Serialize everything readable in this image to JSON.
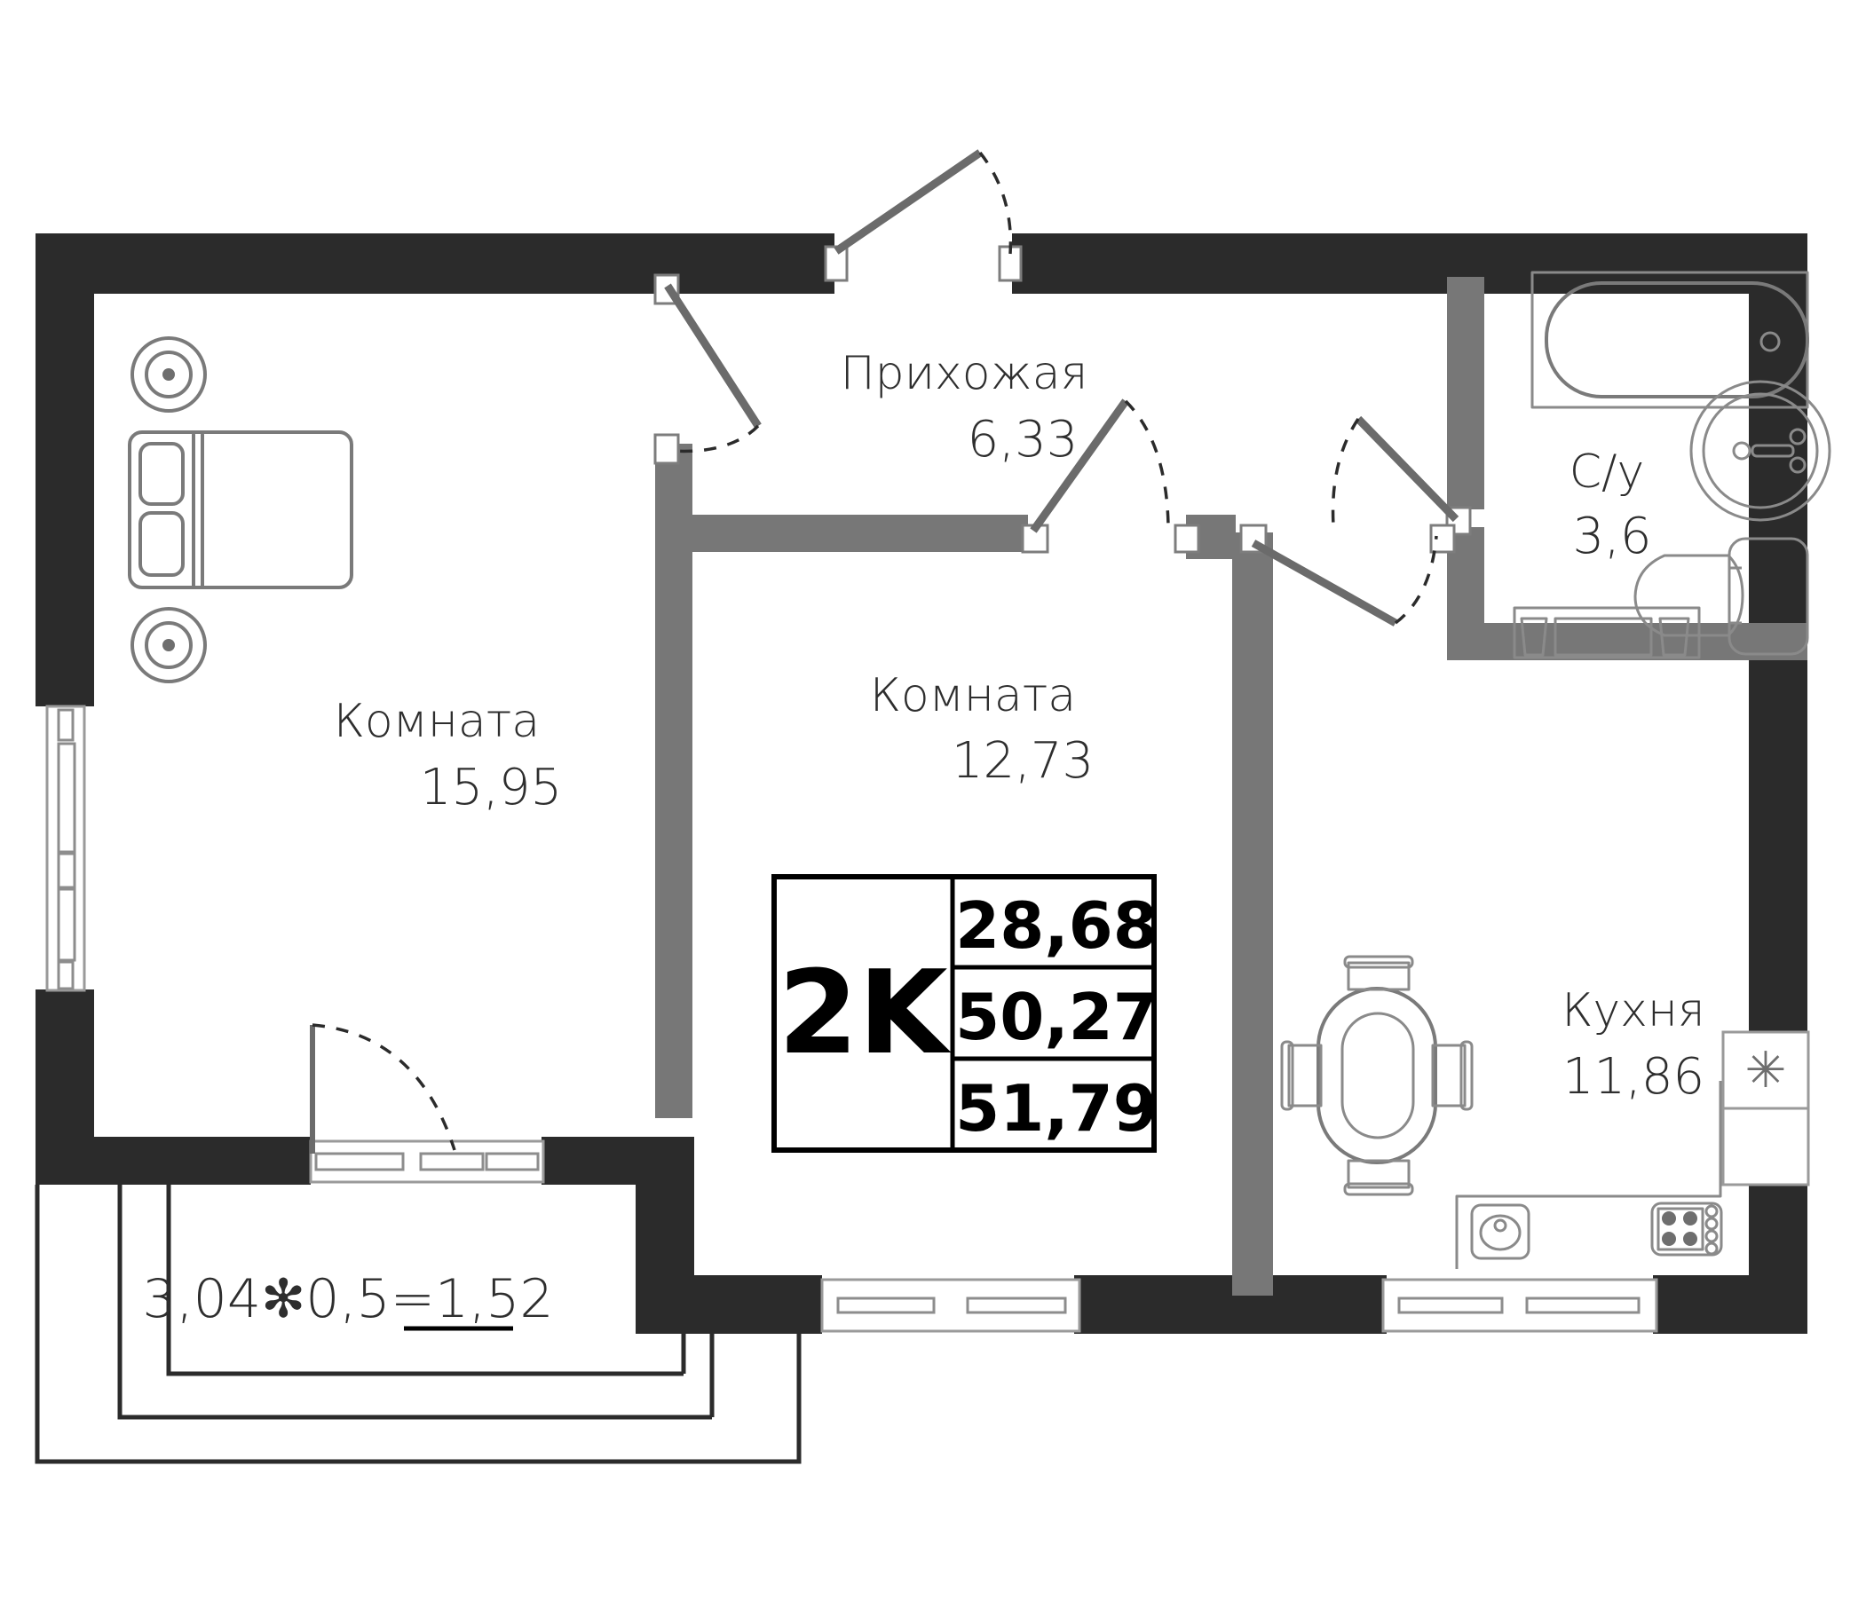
{
  "plan": {
    "type_code": "2K",
    "areas": {
      "living_area": "28,68",
      "total_without_balcony": "50,27",
      "total_with_balcony": "51,79"
    },
    "rooms": [
      {
        "id": "room-left",
        "name": "Комната",
        "area": "15,95"
      },
      {
        "id": "hall",
        "name": "Прихожая",
        "area": "6,33"
      },
      {
        "id": "room-right",
        "name": "Комната",
        "area": "12,73"
      },
      {
        "id": "bathroom",
        "name": "С/у",
        "area": "3,6"
      },
      {
        "id": "kitchen",
        "name": "Кухня",
        "area": "11,86"
      }
    ],
    "balcony": {
      "length": "3,04",
      "separator": "✻",
      "coefficient": "0,5",
      "equals": "=",
      "result": "1,52",
      "formula": "3,04✻0,5=1,52"
    },
    "kitchen_note": {
      "symbol": "✳"
    },
    "colors": {
      "exterior_wall": "#2b2b2b",
      "interior_wall": "#777777",
      "furniture_stroke": "#7a7a7a",
      "text": "#2e2e2e",
      "background": "#ffffff"
    },
    "fixtures": [
      {
        "name": "bed",
        "room": "room-left"
      },
      {
        "name": "nightstand",
        "room": "room-left"
      },
      {
        "name": "nightstand",
        "room": "room-left"
      },
      {
        "name": "bathtub",
        "room": "bathroom"
      },
      {
        "name": "washbasin",
        "room": "bathroom"
      },
      {
        "name": "toilet",
        "room": "bathroom"
      },
      {
        "name": "washing-machine",
        "room": "bathroom"
      },
      {
        "name": "dining-table",
        "room": "kitchen"
      },
      {
        "name": "kitchen-sink",
        "room": "kitchen"
      },
      {
        "name": "cooktop",
        "room": "kitchen"
      }
    ]
  }
}
